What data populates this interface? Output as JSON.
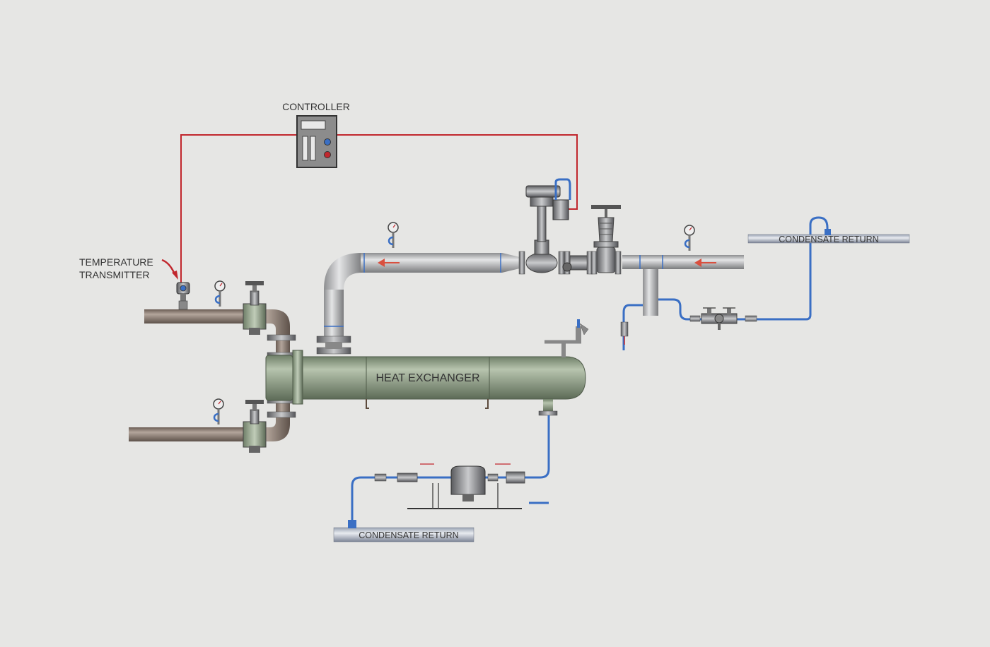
{
  "labels": {
    "controller": "CONTROLLER",
    "temperature_transmitter_line1": "TEMPERATURE",
    "temperature_transmitter_line2": "TRANSMITTER",
    "heat_exchanger": "HEAT EXCHANGER",
    "condensate_return_top": "CONDENSATE RETURN",
    "condensate_return_bottom": "CONDENSATE RETURN"
  },
  "colors": {
    "background": "#e6e6e4",
    "signal_wire": "#c1272d",
    "steam_pipe": "#b8b9bb",
    "process_pipe": "#8a7a70",
    "condensate_pipe": "#3a6fc4",
    "heat_exchanger_shell": "#8fa087",
    "flow_arrow": "#d9503f",
    "text": "#333333"
  },
  "icons": [
    "controller-box-icon",
    "control-valve-icon",
    "gate-valve-icon",
    "pressure-gauge-icon",
    "temperature-transmitter-icon",
    "steam-trap-icon",
    "strainer-icon",
    "flow-arrow-icon"
  ]
}
